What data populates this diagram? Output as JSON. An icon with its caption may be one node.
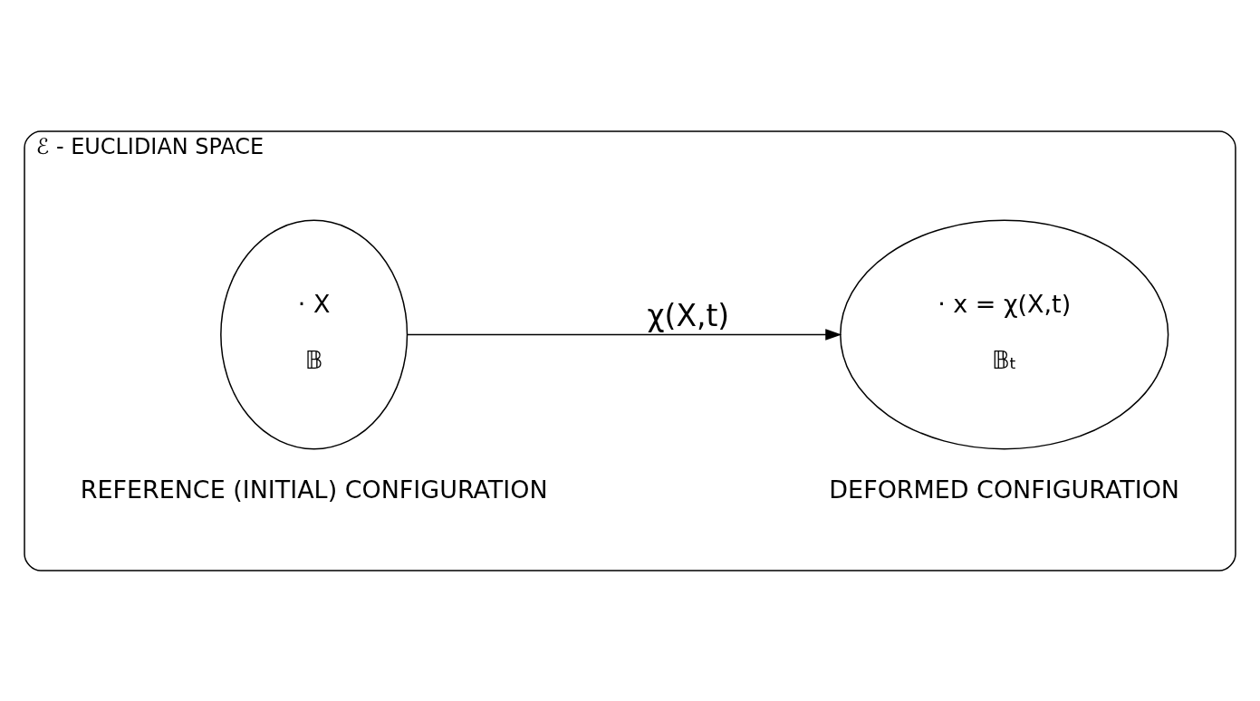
{
  "diagram": {
    "nodes": [
      {
        "text": [
          "ℰ - EUCLIDIAN SPACE"
        ]
      },
      {
        "text": [
          "· X",
          "𝔹"
        ],
        "in": 0,
        "beside": [
          "REFERENCE (INITIAL) CONFIGURATION"
        ]
      },
      {
        "text": [
          "· x = χ(X,t)",
          "𝔹ₜ"
        ],
        "in": 0,
        "beside": [
          "DEFORMED CONFIGURATION"
        ]
      }
    ],
    "edges": [
      {
        "from": 1,
        "to": 2,
        "arrow": "to",
        "label": "χ(X,t)"
      }
    ]
  }
}
